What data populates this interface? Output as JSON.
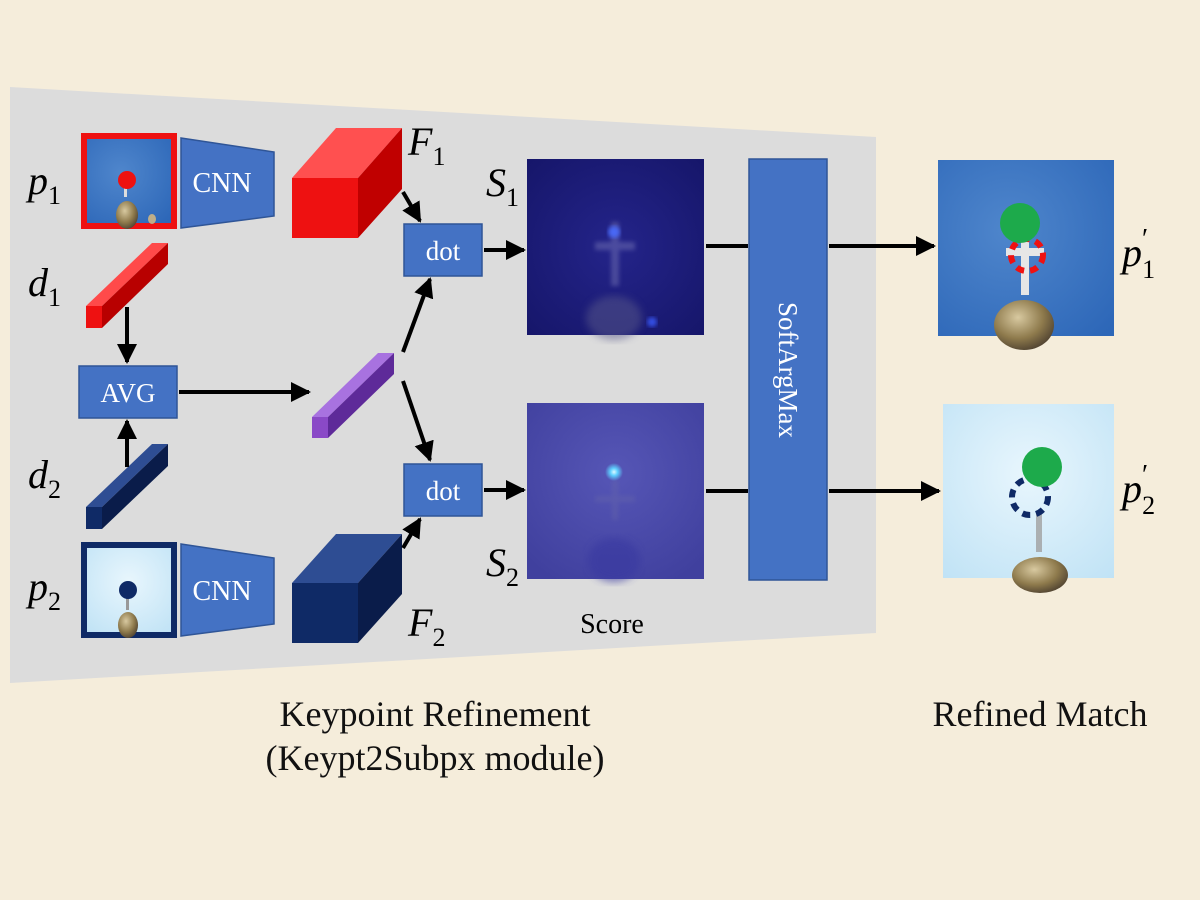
{
  "diagram": {
    "colors": {
      "background": "#f5eddb",
      "panel": "#dcdcdc",
      "block_blue": "#4472c4",
      "red": "#ee1111",
      "navy": "#0f2a66",
      "purple": "#8a49c7",
      "green": "#1daa4b",
      "score1": "#1b1b72",
      "score2": "#4a4aaa"
    },
    "labels": {
      "p1": {
        "base": "p",
        "sub": "1"
      },
      "p2": {
        "base": "p",
        "sub": "2"
      },
      "d1": {
        "base": "d",
        "sub": "1"
      },
      "d2": {
        "base": "d",
        "sub": "2"
      },
      "F1": {
        "base": "F",
        "sub": "1"
      },
      "F2": {
        "base": "F",
        "sub": "2"
      },
      "S1": {
        "base": "S",
        "sub": "1"
      },
      "S2": {
        "base": "S",
        "sub": "2"
      },
      "p1_refined": {
        "base": "p",
        "sub": "1",
        "prime": "′"
      },
      "p2_refined": {
        "base": "p",
        "sub": "2",
        "prime": "′"
      }
    },
    "blocks": {
      "cnn_top": "CNN",
      "cnn_bottom": "CNN",
      "avg": "AVG",
      "dot_top": "dot",
      "dot_bottom": "dot",
      "softargmax": "SoftArgMax"
    },
    "score_label": "Score",
    "captions": {
      "left_line1": "Keypoint Refinement",
      "left_line2": "(Keypt2Subpx module)",
      "right": "Refined Match"
    }
  }
}
